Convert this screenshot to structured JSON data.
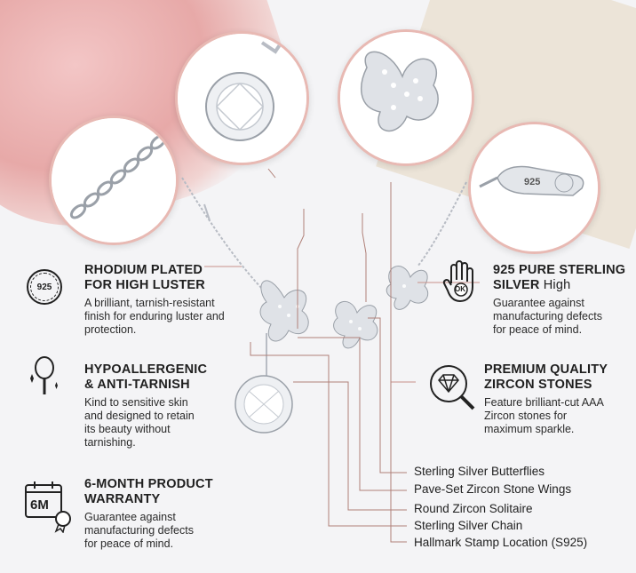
{
  "features": {
    "rhodium": {
      "icon_text": "925",
      "title_line1": "RHODIUM PLATED",
      "title_line2": "FOR HIGH LUSTER",
      "text_lines": [
        "A brilliant, tarnish-resistant",
        "finish for enduring luster and",
        "protection."
      ]
    },
    "hypo": {
      "title_line1": "HYPOALLERGENIC",
      "title_line2": "& ANTI-TARNISH",
      "text_lines": [
        "Kind to sensitive skin",
        "and designed to retain",
        "its beauty without",
        "tarnishing."
      ]
    },
    "warranty": {
      "icon_text": "6M",
      "title_line1": "6-MONTH PRODUCT",
      "title_line2": "WARRANTY",
      "text_lines": [
        "Guarantee against",
        "manufacturing defects",
        "for peace of mind."
      ]
    },
    "sterling": {
      "icon_text": "OK",
      "title_line1": "925 PURE STERLING",
      "title_line2_bold": "SILVER",
      "title_line2_normal": "High",
      "text_lines": [
        "Guarantee against",
        "manufacturing defects",
        "for peace of mind."
      ]
    },
    "zircon": {
      "title_line1": "PREMIUM QUALITY",
      "title_line2": "ZIRCON STONES",
      "text_lines": [
        "Feature brilliant-cut AAA",
        "Zircon stones for",
        "maximum sparkle."
      ]
    }
  },
  "callouts": [
    "Sterling Silver Butterflies",
    "Pave-Set Zircon Stone Wings",
    "Round Zircon Solitaire",
    "Sterling Silver Chain",
    "Hallmark Stamp Location (S925)"
  ],
  "tag_text": "925",
  "colors": {
    "accent": "#e8b9b3",
    "line": "#c9918a",
    "text": "#1f1f1f"
  }
}
